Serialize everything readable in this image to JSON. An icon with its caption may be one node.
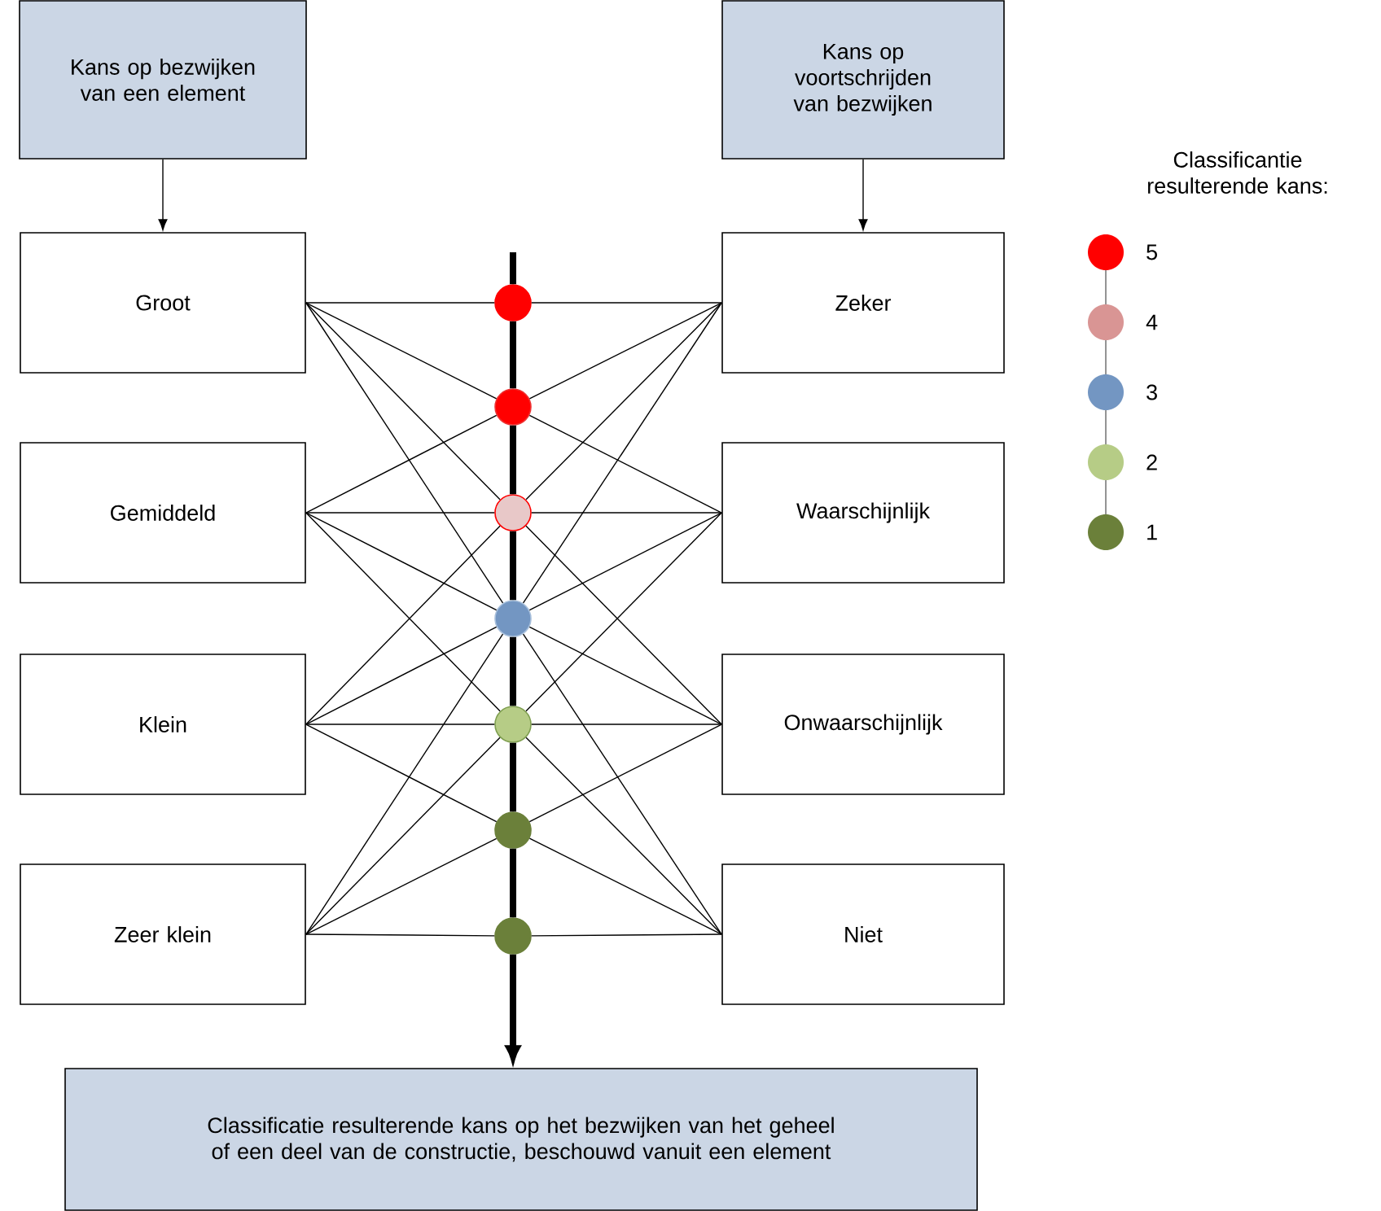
{
  "diagram": {
    "nodes": [
      {
        "text": [
          "Kans op bezwijken van een element"
        ]
      },
      {
        "text": [
          "Kans op voortschrijden van bezwijken"
        ]
      },
      {
        "text": [
          "Groot"
        ]
      },
      {
        "text": [
          "Zeker"
        ]
      },
      {
        "text": [
          "Gemiddeld"
        ]
      },
      {
        "text": [
          "Waarschijnlijk"
        ]
      },
      {
        "text": [
          "Klein"
        ]
      },
      {
        "text": [
          "Onwaarschijnlijk"
        ]
      },
      {
        "text": [
          "Zeer klein"
        ]
      },
      {
        "text": [
          "Niet"
        ]
      },
      {
        "text": [],
        "shape": "circle"
      },
      {
        "text": [],
        "shape": "circle"
      },
      {
        "text": [],
        "shape": "circle"
      },
      {
        "text": [],
        "shape": "circle"
      },
      {
        "text": [],
        "shape": "circle"
      },
      {
        "text": [],
        "shape": "circle"
      },
      {
        "text": [],
        "shape": "circle"
      },
      {
        "text": [
          "Classificatie resulterende kans op het bezwijken van het geheel of een deel van de constructie, beschouwd vanuit een element"
        ]
      }
    ],
    "edges": [
      {
        "from": 0,
        "to": 2,
        "arrow": "to"
      },
      {
        "from": 1,
        "to": 3,
        "arrow": "to"
      },
      {
        "from": 2,
        "to": 10,
        "arrow": "none"
      },
      {
        "from": 2,
        "to": 11,
        "arrow": "none"
      },
      {
        "from": 2,
        "to": 12,
        "arrow": "none"
      },
      {
        "from": 2,
        "to": 13,
        "arrow": "none"
      },
      {
        "from": 4,
        "to": 11,
        "arrow": "none"
      },
      {
        "from": 4,
        "to": 12,
        "arrow": "none"
      },
      {
        "from": 4,
        "to": 13,
        "arrow": "none"
      },
      {
        "from": 4,
        "to": 14,
        "arrow": "none"
      },
      {
        "from": 6,
        "to": 12,
        "arrow": "none"
      },
      {
        "from": 6,
        "to": 13,
        "arrow": "none"
      },
      {
        "from": 6,
        "to": 14,
        "arrow": "none"
      },
      {
        "from": 6,
        "to": 15,
        "arrow": "none"
      },
      {
        "from": 8,
        "to": 13,
        "arrow": "none"
      },
      {
        "from": 8,
        "to": 14,
        "arrow": "none"
      },
      {
        "from": 8,
        "to": 15,
        "arrow": "none"
      },
      {
        "from": 8,
        "to": 16,
        "arrow": "none"
      },
      {
        "from": 10,
        "to": 3,
        "arrow": "none"
      },
      {
        "from": 11,
        "to": 3,
        "arrow": "none"
      },
      {
        "from": 12,
        "to": 3,
        "arrow": "none"
      },
      {
        "from": 13,
        "to": 3,
        "arrow": "none"
      },
      {
        "from": 11,
        "to": 5,
        "arrow": "none"
      },
      {
        "from": 12,
        "to": 5,
        "arrow": "none"
      },
      {
        "from": 13,
        "to": 5,
        "arrow": "none"
      },
      {
        "from": 14,
        "to": 5,
        "arrow": "none"
      },
      {
        "from": 12,
        "to": 7,
        "arrow": "none"
      },
      {
        "from": 13,
        "to": 7,
        "arrow": "none"
      },
      {
        "from": 14,
        "to": 7,
        "arrow": "none"
      },
      {
        "from": 15,
        "to": 7,
        "arrow": "none"
      },
      {
        "from": 13,
        "to": 9,
        "arrow": "none"
      },
      {
        "from": 14,
        "to": 9,
        "arrow": "none"
      },
      {
        "from": 15,
        "to": 9,
        "arrow": "none"
      },
      {
        "from": 16,
        "to": 9,
        "arrow": "none"
      },
      {
        "from": null,
        "to": 10,
        "arrow": "none",
        "style": "thick"
      },
      {
        "from": 10,
        "to": 11,
        "arrow": "none",
        "style": "thick"
      },
      {
        "from": 11,
        "to": 12,
        "arrow": "none",
        "style": "thick"
      },
      {
        "from": 12,
        "to": 13,
        "arrow": "none",
        "style": "thick"
      },
      {
        "from": 13,
        "to": 14,
        "arrow": "none",
        "style": "thick"
      },
      {
        "from": 14,
        "to": 15,
        "arrow": "none",
        "style": "thick"
      },
      {
        "from": 15,
        "to": 16,
        "arrow": "none",
        "style": "thick"
      },
      {
        "from": 16,
        "to": 17,
        "arrow": "to",
        "style": "thick"
      }
    ],
    "labels": [
      "Classificantie resulterende kans:"
    ],
    "legend": [
      {
        "text": "5",
        "color": "#ff0000"
      },
      {
        "text": "4",
        "color": "#d99594"
      },
      {
        "text": "3",
        "color": "#7396c2"
      },
      {
        "text": "2",
        "color": "#b6cc86"
      },
      {
        "text": "1",
        "color": "#6b803a"
      }
    ]
  }
}
